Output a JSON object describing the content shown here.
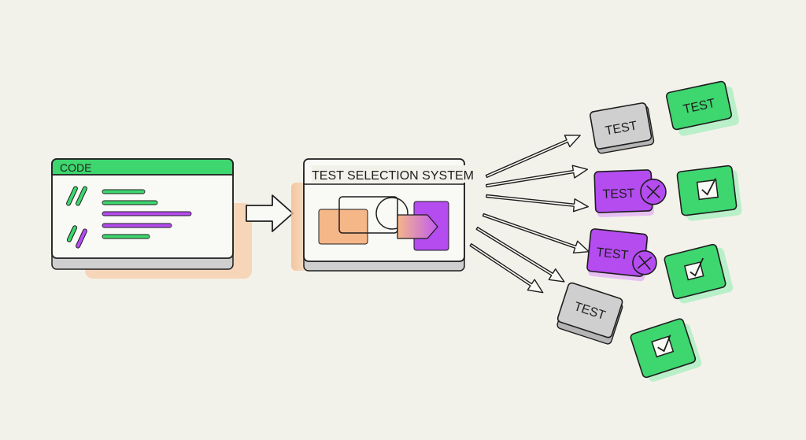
{
  "code_window": {
    "title": "CODE"
  },
  "system": {
    "title": "TEST SELECTION SYSTEM"
  },
  "tests": {
    "label": "TEST",
    "gray_tests": [
      "TEST",
      "TEST"
    ],
    "failed_tests": [
      "TEST",
      "TEST"
    ],
    "passed_top": "TEST",
    "passed_checks": 3
  },
  "colors": {
    "background": "#f3f2ea",
    "green": "#3ed66f",
    "purple": "#b44cf0",
    "orange": "#f5b688",
    "gray": "#c9c9c9",
    "ink": "#1e1e1e"
  },
  "icons": [
    "arrow-right-icon",
    "cross-icon",
    "checkbox-checked-icon"
  ]
}
